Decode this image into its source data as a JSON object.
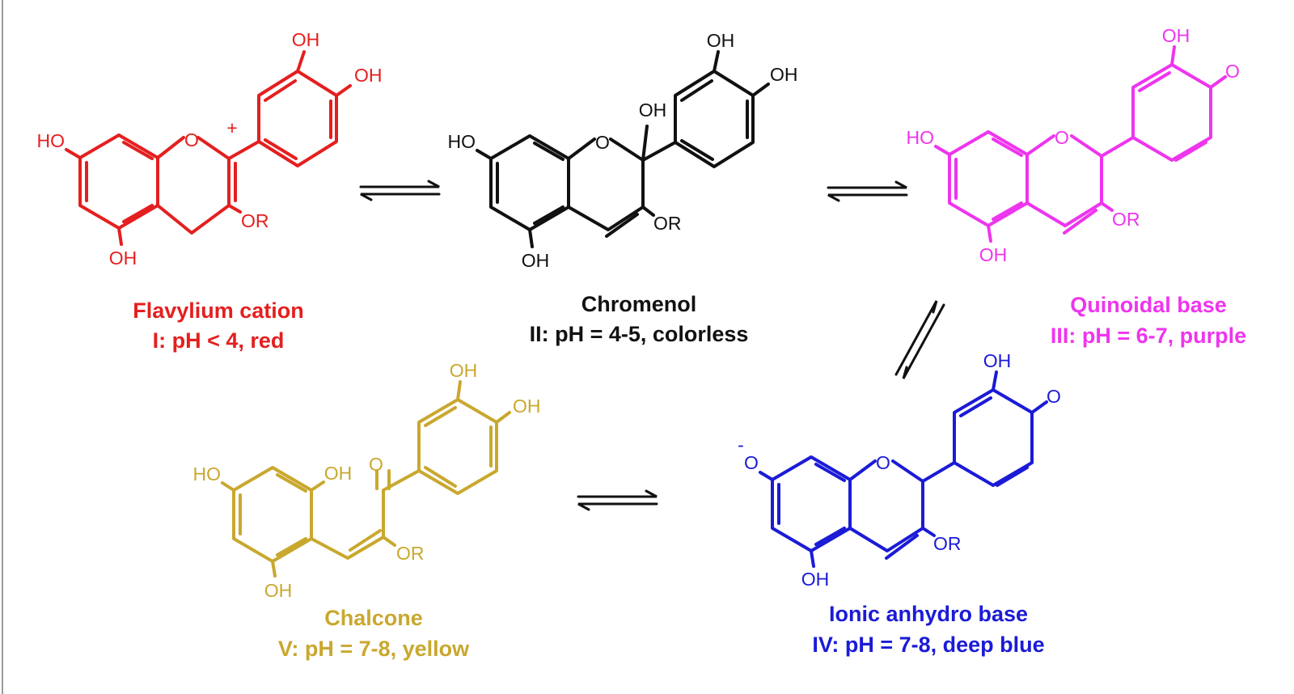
{
  "structures": {
    "flavylium": {
      "color": "#e41f1f",
      "name": "Flavylium cation",
      "condition": "I: pH < 4, red",
      "atoms": {
        "oh_top": "OH",
        "oh_right": "OH",
        "ho_left": "HO",
        "oh_bottom": "OH",
        "o_ring": "O",
        "or": "OR",
        "charge": "+"
      }
    },
    "chromenol": {
      "color": "#111111",
      "name": "Chromenol",
      "condition": "II: pH = 4-5, colorless",
      "atoms": {
        "oh_top": "OH",
        "oh_right": "OH",
        "oh_c2": "OH",
        "ho_left": "HO",
        "oh_bottom": "OH",
        "o_ring": "O",
        "or": "OR"
      }
    },
    "quinoidal": {
      "color": "#ee35ee",
      "name": "Quinoidal  base",
      "condition": "III: pH = 6-7, purple",
      "atoms": {
        "oh_top": "OH",
        "o_keto": "O",
        "ho_left": "HO",
        "oh_bottom": "OH",
        "o_ring": "O",
        "or": "OR"
      }
    },
    "ionic": {
      "color": "#1b1bd6",
      "name": "Ionic anhydro base",
      "condition": "IV: pH = 7-8, deep blue",
      "atoms": {
        "oh_top": "OH",
        "o_keto": "O",
        "o_minus": "O",
        "charge": "-",
        "oh_bottom": "OH",
        "o_ring": "O",
        "or": "OR"
      }
    },
    "chalcone": {
      "color": "#c9a82f",
      "name": "Chalcone",
      "condition": "V: pH = 7-8, yellow",
      "atoms": {
        "oh_top": "OH",
        "oh_right": "OH",
        "ho_left": "HO",
        "oh_mid": "OH",
        "o_keto": "O",
        "oh_bottom": "OH",
        "or": "OR"
      }
    }
  }
}
